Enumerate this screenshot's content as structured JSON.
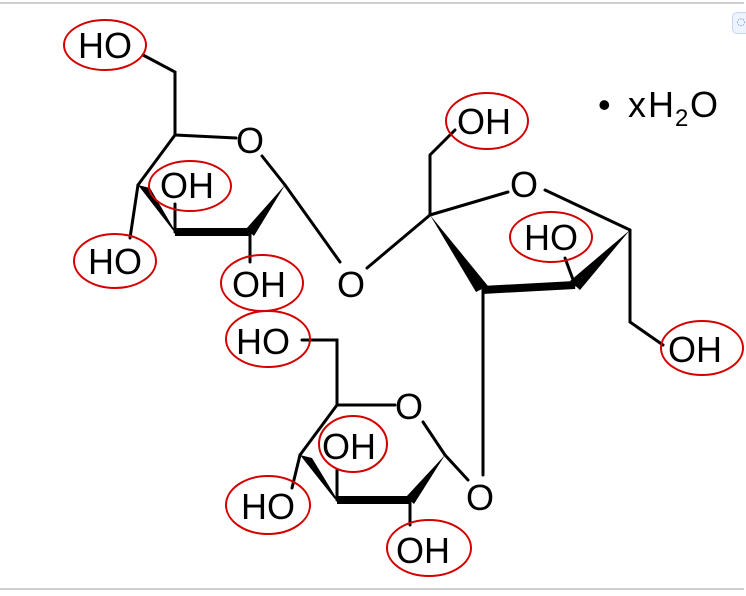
{
  "diagram": {
    "title": "Raffinose hydrate structure",
    "hydrate_label": {
      "bullet": "•",
      "x": "x",
      "h": "H",
      "sub": "2",
      "o": "O"
    },
    "hydroxyl_labels": {
      "top_glucose_c6": "HO",
      "top_glucose_c3": "OH",
      "top_glucose_c4": "HO",
      "top_glucose_c2": "OH",
      "fructose_c1": "OH",
      "fructose_c3": "HO",
      "fructose_c6": "OH",
      "bottom_glucose_c6": "HO",
      "bottom_glucose_c3": "OH",
      "bottom_glucose_c4": "HO",
      "bottom_glucose_c2": "OH"
    },
    "ring_oxygens": {
      "top_glucose": "O",
      "fructose": "O",
      "bottom_glucose": "O"
    },
    "glycosidic_oxygens": {
      "upper": "O",
      "lower": "O"
    },
    "highlight_color": "#d40000"
  }
}
